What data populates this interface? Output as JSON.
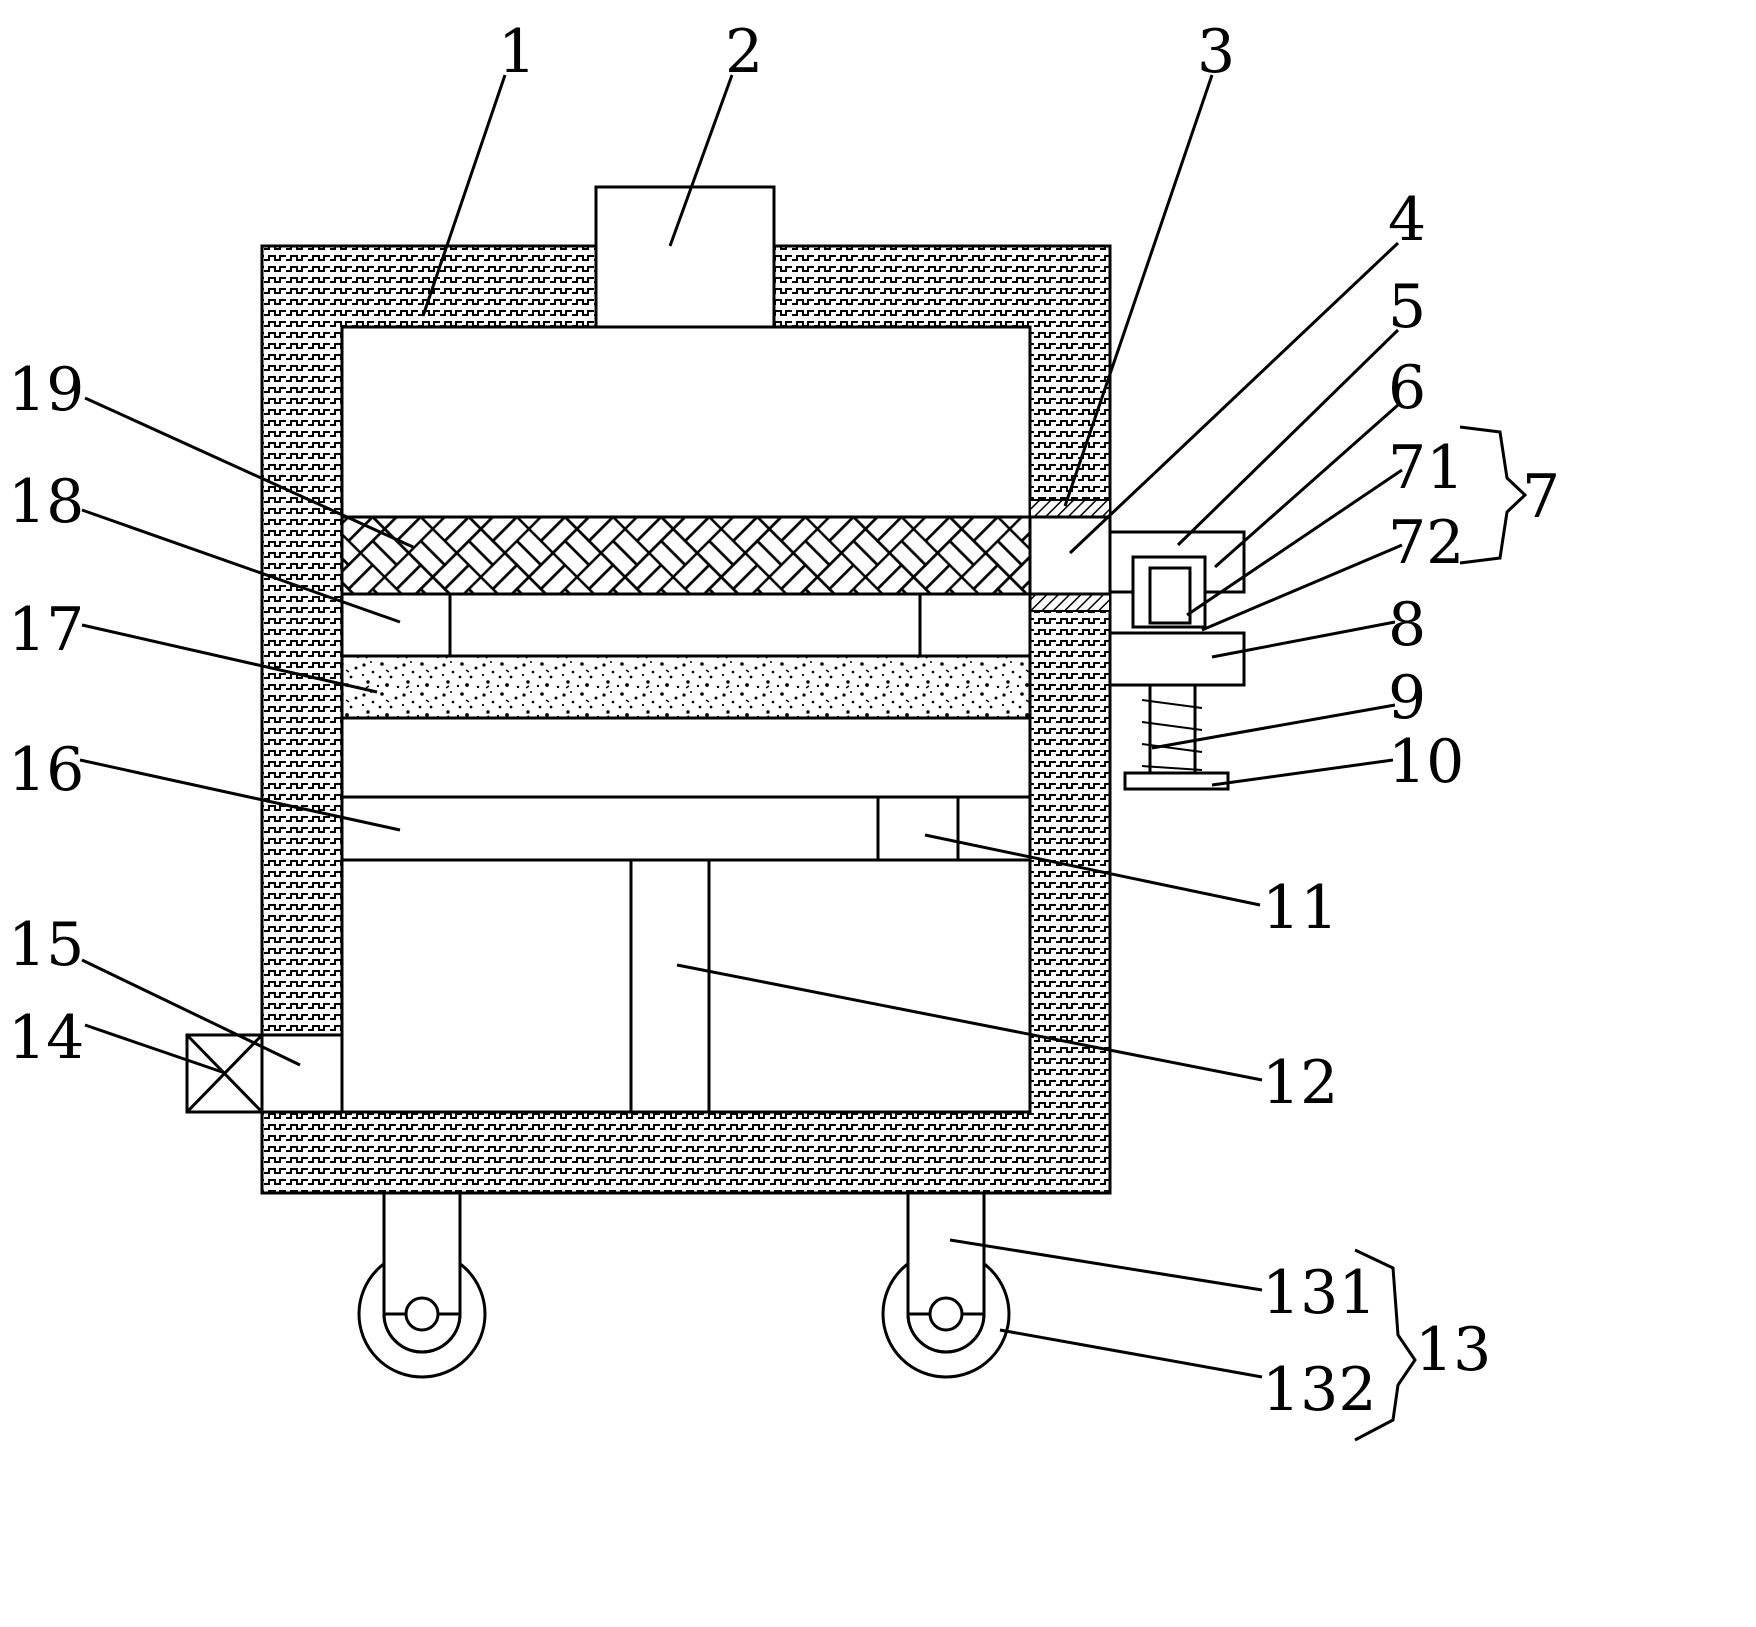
{
  "labels": {
    "l1": "1",
    "l2": "2",
    "l3": "3",
    "l4": "4",
    "l5": "5",
    "l6": "6",
    "l7": "7",
    "l71": "71",
    "l72": "72",
    "l8": "8",
    "l9": "9",
    "l10": "10",
    "l11": "11",
    "l12": "12",
    "l13": "13",
    "l131": "131",
    "l132": "132",
    "l14": "14",
    "l15": "15",
    "l16": "16",
    "l17": "17",
    "l18": "18",
    "l19": "19"
  }
}
